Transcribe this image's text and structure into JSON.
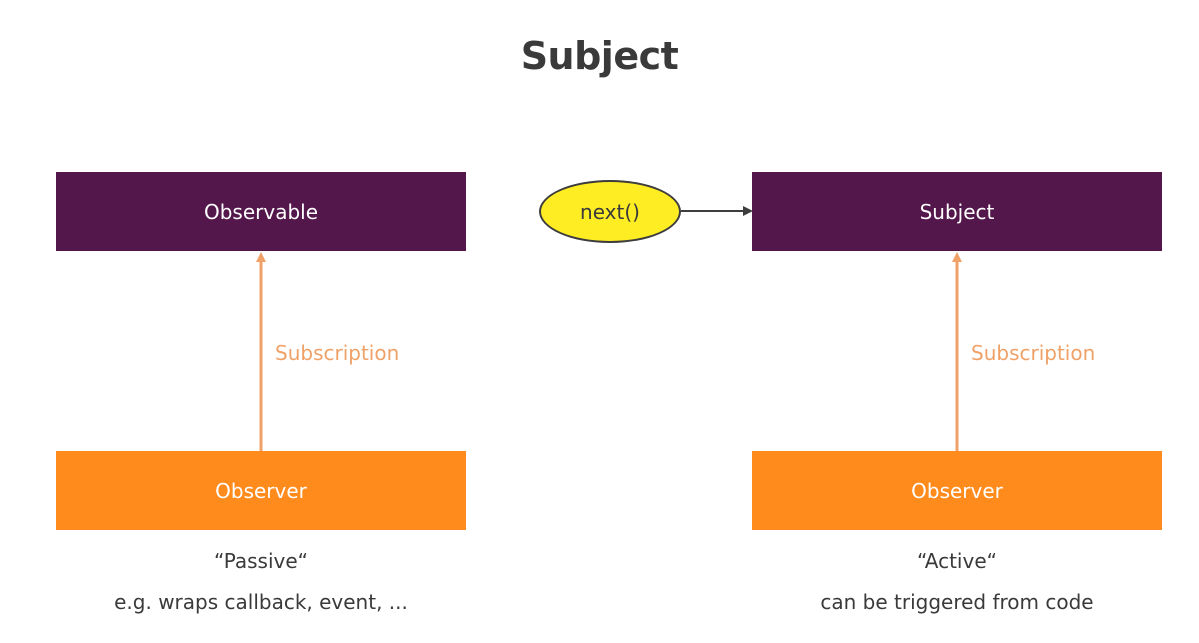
{
  "title": "Subject",
  "left": {
    "top_box": "Observable",
    "bottom_box": "Observer",
    "connector_label": "Subscription",
    "caption_line1": "“Passive“",
    "caption_line2": "e.g. wraps callback, event, ..."
  },
  "right": {
    "top_box": "Subject",
    "bottom_box": "Observer",
    "connector_label": "Subscription",
    "caption_line1": "“Active“",
    "caption_line2": "can be triggered from code"
  },
  "trigger": {
    "label": "next()"
  },
  "colors": {
    "purple": "#54174c",
    "orange": "#ff8b1c",
    "yellow": "#ffed24",
    "connector_orange": "#f0a168",
    "dark_text": "#3a3a3a"
  }
}
